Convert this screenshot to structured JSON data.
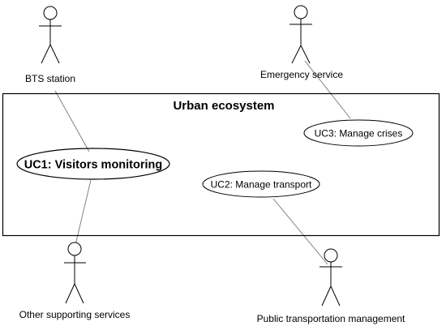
{
  "system": {
    "title": "Urban ecosystem"
  },
  "actors": {
    "bts": {
      "label": "BTS station"
    },
    "emergency": {
      "label": "Emergency service"
    },
    "other": {
      "label": "Other supporting services"
    },
    "public_transport": {
      "label": "Public transportation management"
    }
  },
  "use_cases": {
    "uc1": {
      "label": "UC1: Visitors monitoring"
    },
    "uc2": {
      "label": "UC2: Manage transport"
    },
    "uc3": {
      "label": "UC3: Manage crises"
    }
  },
  "associations": [
    {
      "from": "BTS station",
      "to": "UC1: Visitors monitoring"
    },
    {
      "from": "Other supporting services",
      "to": "UC1: Visitors monitoring"
    },
    {
      "from": "Emergency service",
      "to": "UC3: Manage crises"
    },
    {
      "from": "Public transportation management",
      "to": "UC2: Manage transport"
    }
  ],
  "colors": {
    "line": "#000000",
    "association": "#777777",
    "background": "#ffffff"
  }
}
